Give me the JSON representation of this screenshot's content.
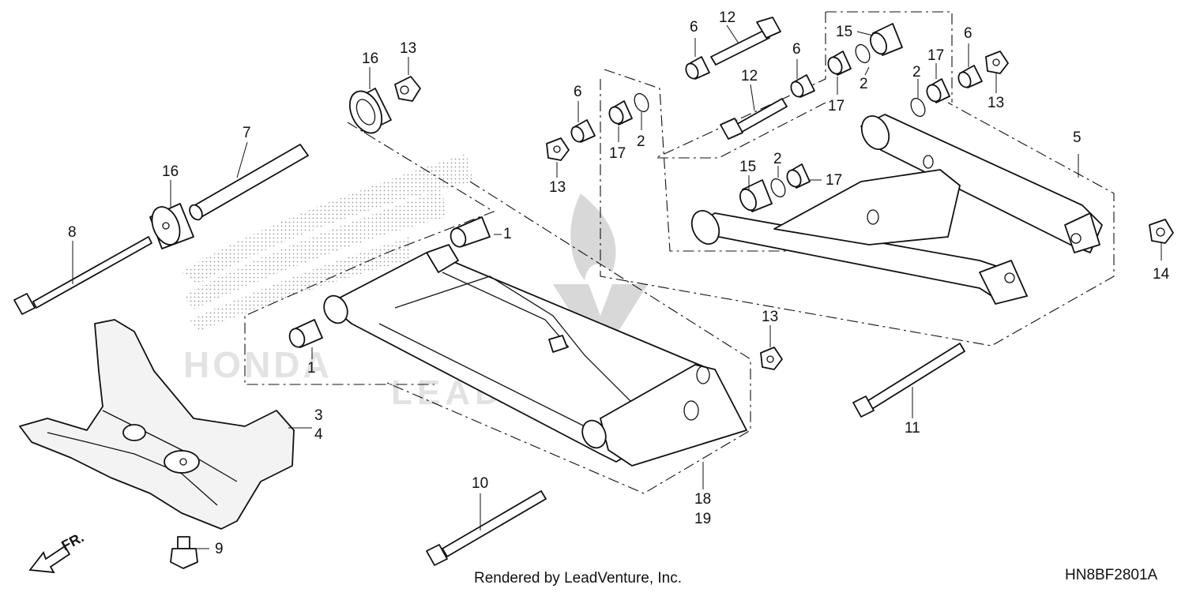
{
  "diagram": {
    "footer_text": "Rendered by LeadVenture, Inc.",
    "figure_code": "HN8BF2801A",
    "front_marker": "FR.",
    "watermark_text": "LEADVENTURE",
    "background_logo_text": "HONDA",
    "callouts": [
      {
        "id": "c1a",
        "label": "1"
      },
      {
        "id": "c1b",
        "label": "1"
      },
      {
        "id": "c2a",
        "label": "2"
      },
      {
        "id": "c2b",
        "label": "2"
      },
      {
        "id": "c2c",
        "label": "2"
      },
      {
        "id": "c2d",
        "label": "2"
      },
      {
        "id": "c3",
        "label": "3"
      },
      {
        "id": "c4",
        "label": "4"
      },
      {
        "id": "c5",
        "label": "5"
      },
      {
        "id": "c6a",
        "label": "6"
      },
      {
        "id": "c6b",
        "label": "6"
      },
      {
        "id": "c6c",
        "label": "6"
      },
      {
        "id": "c6d",
        "label": "6"
      },
      {
        "id": "c7",
        "label": "7"
      },
      {
        "id": "c8",
        "label": "8"
      },
      {
        "id": "c9",
        "label": "9"
      },
      {
        "id": "c10",
        "label": "10"
      },
      {
        "id": "c11",
        "label": "11"
      },
      {
        "id": "c12a",
        "label": "12"
      },
      {
        "id": "c12b",
        "label": "12"
      },
      {
        "id": "c13a",
        "label": "13"
      },
      {
        "id": "c13b",
        "label": "13"
      },
      {
        "id": "c13c",
        "label": "13"
      },
      {
        "id": "c13d",
        "label": "13"
      },
      {
        "id": "c14",
        "label": "14"
      },
      {
        "id": "c15a",
        "label": "15"
      },
      {
        "id": "c15b",
        "label": "15"
      },
      {
        "id": "c16a",
        "label": "16"
      },
      {
        "id": "c16b",
        "label": "16"
      },
      {
        "id": "c17a",
        "label": "17"
      },
      {
        "id": "c17b",
        "label": "17"
      },
      {
        "id": "c17c",
        "label": "17"
      },
      {
        "id": "c17d",
        "label": "17"
      },
      {
        "id": "c18",
        "label": "18"
      },
      {
        "id": "c19",
        "label": "19"
      }
    ]
  }
}
